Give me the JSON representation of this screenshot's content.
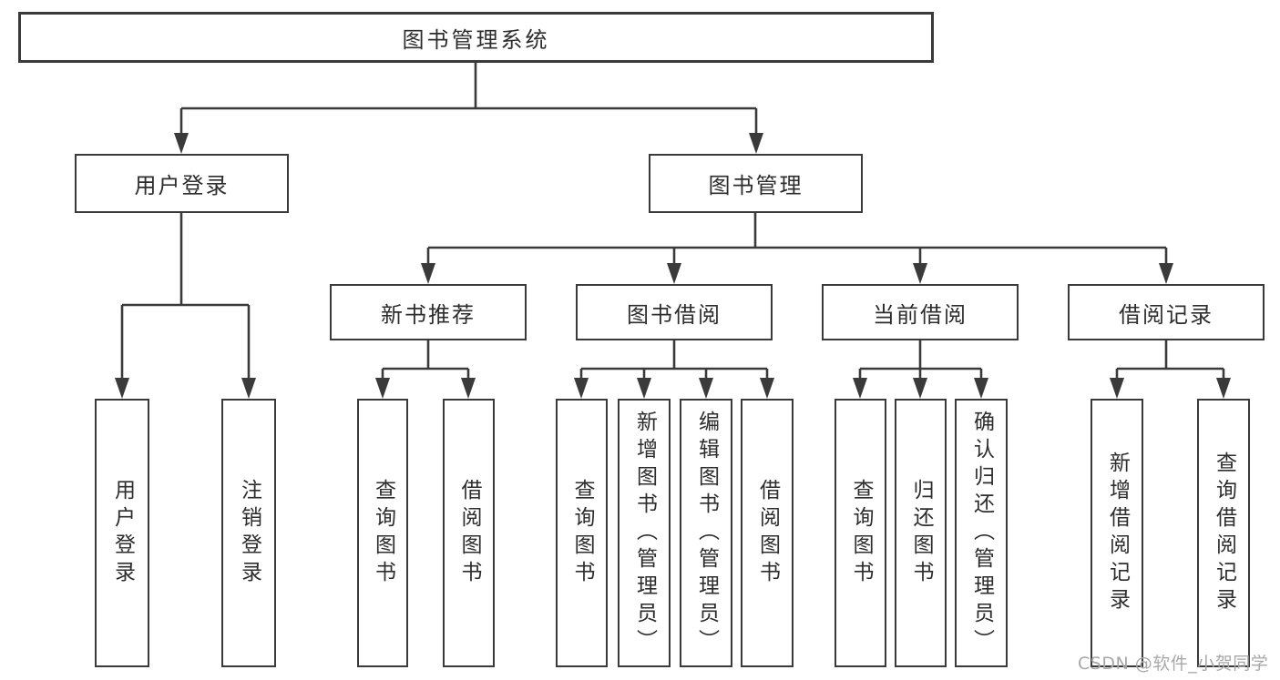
{
  "tree": {
    "root": {
      "label": "图书管理系统",
      "children": [
        {
          "label": "用户登录",
          "children": [
            {
              "label": "用户登录"
            },
            {
              "label": "注销登录"
            }
          ]
        },
        {
          "label": "图书管理",
          "children": [
            {
              "label": "新书推荐",
              "children": [
                {
                  "label": "查询图书"
                },
                {
                  "label": "借阅图书"
                }
              ]
            },
            {
              "label": "图书借阅",
              "children": [
                {
                  "label": "查询图书"
                },
                {
                  "label": "新增图书（管理员）"
                },
                {
                  "label": "编辑图书（管理员）"
                },
                {
                  "label": "借阅图书"
                }
              ]
            },
            {
              "label": "当前借阅",
              "children": [
                {
                  "label": "查询图书"
                },
                {
                  "label": "归还图书"
                },
                {
                  "label": "确认归还（管理员）"
                }
              ]
            },
            {
              "label": "借阅记录",
              "children": [
                {
                  "label": "新增借阅记录"
                },
                {
                  "label": "查询借阅记录"
                }
              ]
            }
          ]
        }
      ]
    }
  },
  "watermark": "CSDN @软件_小贺同学",
  "colors": {
    "line": "#3a3a3a",
    "text": "#2d2d2d",
    "watermark": "#a8a8a8",
    "background": "#ffffff"
  }
}
